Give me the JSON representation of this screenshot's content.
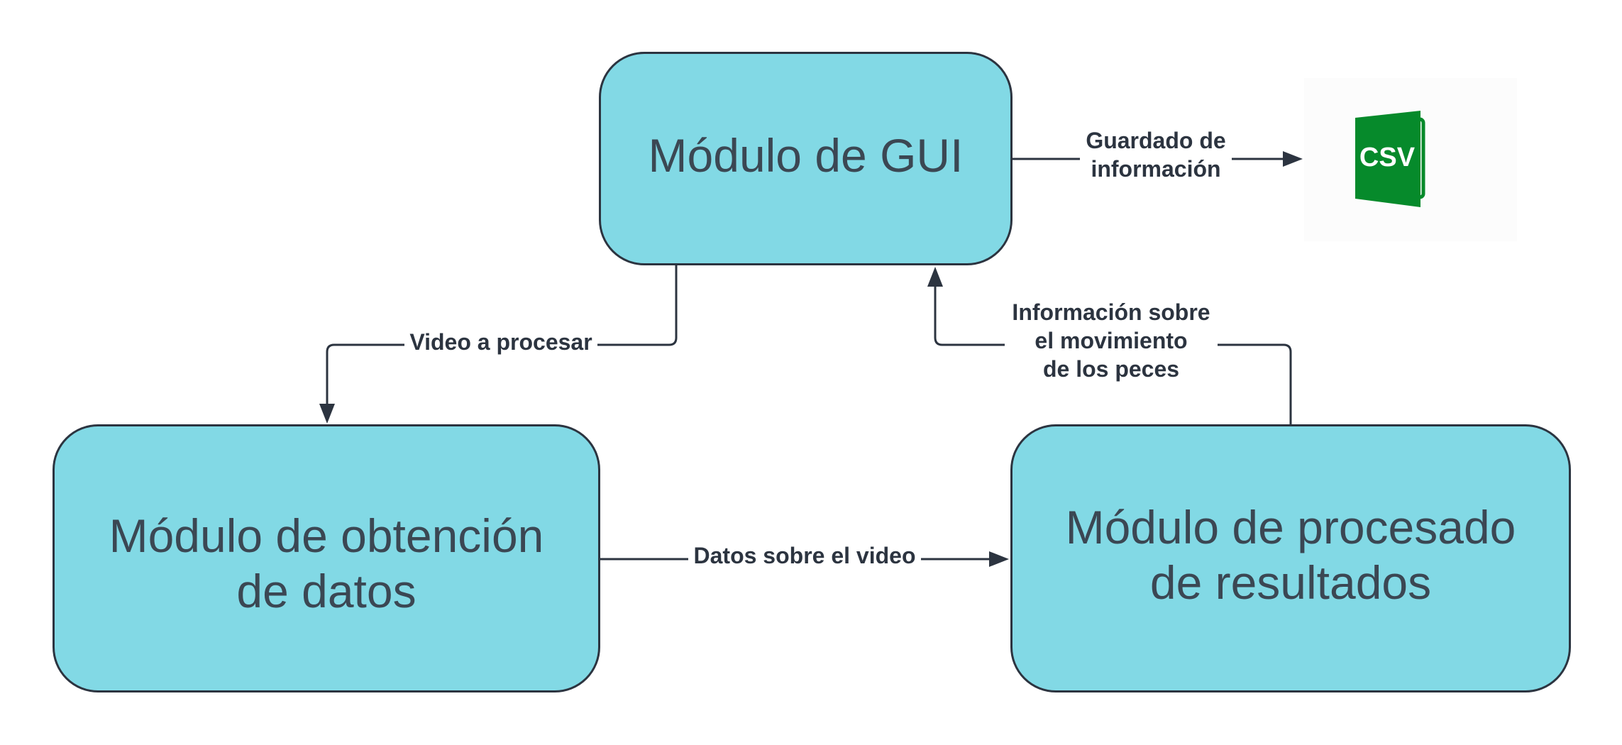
{
  "modules": {
    "gui": {
      "lines": [
        "Módulo de GUI"
      ]
    },
    "obtencion": {
      "lines": [
        "Módulo de obtención",
        "de datos"
      ]
    },
    "procesado": {
      "lines": [
        "Módulo de procesado",
        "de resultados"
      ]
    }
  },
  "edges": {
    "guardado": {
      "lines": [
        "Guardado de",
        "información"
      ]
    },
    "video": {
      "lines": [
        "Video a procesar"
      ]
    },
    "info": {
      "lines": [
        "Información sobre",
        "el movimiento",
        "de los peces"
      ]
    },
    "datos": {
      "lines": [
        "Datos sobre el video"
      ]
    }
  },
  "csv_icon": {
    "text": "CSV",
    "icon": "csv-file-icon",
    "color": "#068a2b"
  },
  "colors": {
    "box_fill": "#82d9e5",
    "stroke": "#2c3440",
    "text": "#3b4753"
  }
}
